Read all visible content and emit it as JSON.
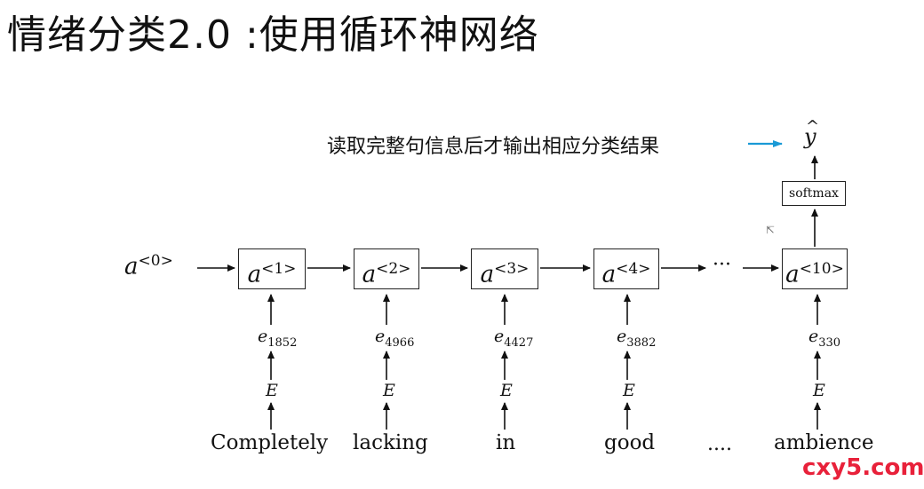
{
  "title": "情绪分类2.0 :使用循环神网络",
  "note": "读取完整句信息后才输出相应分类结果",
  "output": {
    "symbol": "y",
    "hat": "^",
    "softmax_label": "softmax"
  },
  "initial_activation": {
    "base": "a",
    "sup": "<0>"
  },
  "cells": [
    {
      "base": "a",
      "sup": "<1>"
    },
    {
      "base": "a",
      "sup": "<2>"
    },
    {
      "base": "a",
      "sup": "<3>"
    },
    {
      "base": "a",
      "sup": "<4>"
    },
    {
      "base": "a",
      "sup": "<10>"
    }
  ],
  "between_dots": "···",
  "embeddings": [
    {
      "base": "e",
      "sub": "1852"
    },
    {
      "base": "e",
      "sub": "4966"
    },
    {
      "base": "e",
      "sub": "4427"
    },
    {
      "base": "e",
      "sub": "3882"
    },
    {
      "base": "e",
      "sub": "330"
    }
  ],
  "embedding_matrix": "E",
  "words": [
    "Completely",
    "lacking",
    "in",
    "good",
    "ambience"
  ],
  "word_dots": "....",
  "watermark": "cxy5.com",
  "colors": {
    "note_arrow": "#1a9ad6",
    "watermark": "#e8213a"
  }
}
